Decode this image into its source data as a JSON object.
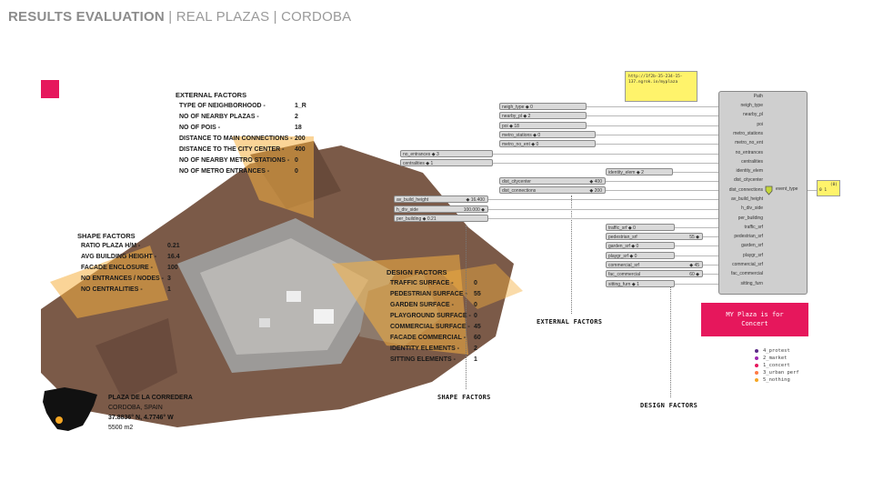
{
  "header": {
    "title_bold": "RESULTS EVALUATION",
    "title_rest": " | REAL PLAZAS | CORDOBA"
  },
  "external_factors": {
    "title": "EXTERNAL FACTORS",
    "rows": [
      {
        "label": "TYPE OF NEIGHBORHOOD -",
        "value": "1_R"
      },
      {
        "label": "NO OF NEARBY PLAZAS -",
        "value": "2"
      },
      {
        "label": "NO OF POIS -",
        "value": "18"
      },
      {
        "label": "DISTANCE TO MAIN CONNECTIONS -",
        "value": "200"
      },
      {
        "label": "DISTANCE TO THE CITY CENTER -",
        "value": "400"
      },
      {
        "label": "NO OF NEARBY METRO STATIONS -",
        "value": "0"
      },
      {
        "label": "NO OF METRO ENTRANCES -",
        "value": "0"
      }
    ]
  },
  "shape_factors": {
    "title": "SHAPE FACTORS",
    "rows": [
      {
        "label": "RATIO PLAZA H/M -",
        "value": "0.21"
      },
      {
        "label": "AVG BUILDING HEIGHT -",
        "value": "16.4"
      },
      {
        "label": "FACADE ENCLOSURE -",
        "value": "100"
      },
      {
        "label": "NO ENTRANCES / NODES -",
        "value": "3"
      },
      {
        "label": "NO CENTRALITIES -",
        "value": "1"
      }
    ]
  },
  "design_factors": {
    "title": "DESIGN FACTORS",
    "rows": [
      {
        "label": "TRAFFIC SURFACE -",
        "value": "0"
      },
      {
        "label": "PEDESTRIAN SURFACE -",
        "value": "55"
      },
      {
        "label": "GARDEN SURFACE -",
        "value": "0"
      },
      {
        "label": "PLAYGROUND SURFACE -",
        "value": "0"
      },
      {
        "label": "COMMERCIAL SURFACE -",
        "value": "45"
      },
      {
        "label": "FACADE COMMERCIAL -",
        "value": "60"
      },
      {
        "label": "IDENTITY ELEMENTS -",
        "value": "2"
      },
      {
        "label": "SITTING ELEMENTS -",
        "value": "1"
      }
    ]
  },
  "location": {
    "name": "PLAZA DE LA CORREDERA",
    "city": "CORDOBA, SPAIN",
    "coords": "37.8836° N, 4.7746° W",
    "area": "5500 m2"
  },
  "captions": {
    "external": "EXTERNAL FACTORS",
    "shape": "SHAPE FACTORS",
    "design": "DESIGN FACTORS"
  },
  "gh": {
    "url_panel": "http://1f2b-35-234-15-137.ngrok.io/myplaza",
    "out_panel_a": "(0)",
    "out_panel_b": "0 1",
    "output_label": "event_type",
    "inputs": [
      "Path",
      "neigh_type",
      "nearby_pl",
      "poi",
      "metro_stations",
      "metro_no_ent",
      "no_entrances",
      "centralities",
      "identity_elem",
      "dist_citycenter",
      "dist_connections",
      "av_build_height",
      "h_div_side",
      "per_building",
      "traffic_srf",
      "pedestrian_srf",
      "garden_srf",
      "playgr_srf",
      "commercial_srf",
      "fac_commercial",
      "sitting_furn"
    ],
    "sliders": [
      {
        "name": "neigh_type",
        "value": "0"
      },
      {
        "name": "nearby_pl",
        "value": "2"
      },
      {
        "name": "poi",
        "value": "18"
      },
      {
        "name": "metro_stations",
        "value": "0"
      },
      {
        "name": "metro_no_ent",
        "value": "0"
      },
      {
        "name": "no_entrances",
        "value": "3"
      },
      {
        "name": "centralities",
        "value": "1"
      },
      {
        "name": "identity_elem",
        "value": "2"
      },
      {
        "name": "dist_citycenter",
        "value": "400"
      },
      {
        "name": "dist_connections",
        "value": "200"
      },
      {
        "name": "av_build_height",
        "value": "16.400"
      },
      {
        "name": "h_div_side",
        "value": "100.000"
      },
      {
        "name": "per_building",
        "value": "0.21"
      },
      {
        "name": "traffic_srf",
        "value": "0"
      },
      {
        "name": "pedestrian_srf",
        "value": "55"
      },
      {
        "name": "garden_srf",
        "value": "0"
      },
      {
        "name": "playgr_srf",
        "value": "0"
      },
      {
        "name": "commercial_srf",
        "value": "45"
      },
      {
        "name": "fac_commercial",
        "value": "60"
      },
      {
        "name": "sitting_furn",
        "value": "1"
      }
    ]
  },
  "result": {
    "line1": "MY Plaza is for",
    "line2": "Concert"
  },
  "legend": [
    {
      "label": "4_protest",
      "color": "#5b2a86"
    },
    {
      "label": "2_market",
      "color": "#9b27b0"
    },
    {
      "label": "1_concert",
      "color": "#e6175c"
    },
    {
      "label": "3_urban perf",
      "color": "#ff7a45"
    },
    {
      "label": "5_nothing",
      "color": "#f5a623"
    }
  ],
  "colors": {
    "accent": "#e6175c",
    "highlight": "#f5b041"
  }
}
